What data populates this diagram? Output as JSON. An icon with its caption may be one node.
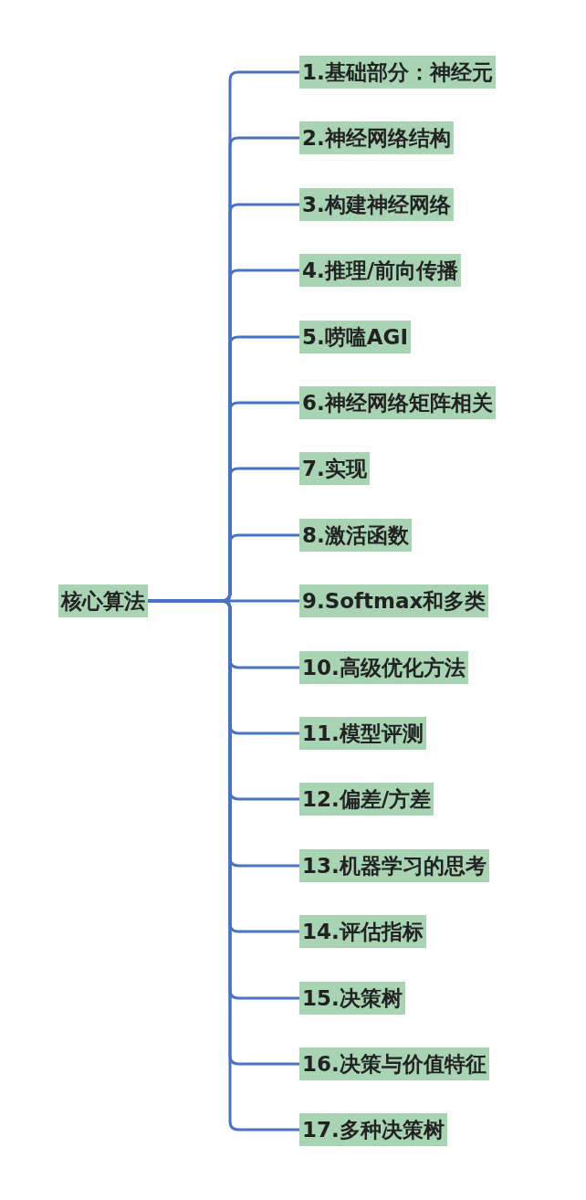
{
  "diagram": {
    "nodes": [
      {
        "text": [
          "核心算法"
        ]
      },
      {
        "text": [
          "1.基础部分：神经元"
        ]
      },
      {
        "text": [
          "2.神经网络结构"
        ]
      },
      {
        "text": [
          "3.构建神经网络"
        ]
      },
      {
        "text": [
          "4.推理/前向传播"
        ]
      },
      {
        "text": [
          "5.唠嗑AGI"
        ]
      },
      {
        "text": [
          "6.神经网络矩阵相关"
        ]
      },
      {
        "text": [
          "7.实现"
        ]
      },
      {
        "text": [
          "8.激活函数"
        ]
      },
      {
        "text": [
          "9.Softmax和多类"
        ]
      },
      {
        "text": [
          "10.高级优化方法"
        ]
      },
      {
        "text": [
          "11.模型评测"
        ]
      },
      {
        "text": [
          "12.偏差/方差"
        ]
      },
      {
        "text": [
          "13.机器学习的思考"
        ]
      },
      {
        "text": [
          "14.评估指标"
        ]
      },
      {
        "text": [
          "15.决策树"
        ]
      },
      {
        "text": [
          "16.决策与价值特征"
        ]
      },
      {
        "text": [
          "17.多种决策树"
        ]
      }
    ],
    "edges": [
      {
        "from": 0,
        "to": 1,
        "arrow": "none"
      },
      {
        "from": 0,
        "to": 2,
        "arrow": "none"
      },
      {
        "from": 0,
        "to": 3,
        "arrow": "none"
      },
      {
        "from": 0,
        "to": 4,
        "arrow": "none"
      },
      {
        "from": 0,
        "to": 5,
        "arrow": "none"
      },
      {
        "from": 0,
        "to": 6,
        "arrow": "none"
      },
      {
        "from": 0,
        "to": 7,
        "arrow": "none"
      },
      {
        "from": 0,
        "to": 8,
        "arrow": "none"
      },
      {
        "from": 0,
        "to": 9,
        "arrow": "none"
      },
      {
        "from": 0,
        "to": 10,
        "arrow": "none"
      },
      {
        "from": 0,
        "to": 11,
        "arrow": "none"
      },
      {
        "from": 0,
        "to": 12,
        "arrow": "none"
      },
      {
        "from": 0,
        "to": 13,
        "arrow": "none"
      },
      {
        "from": 0,
        "to": 14,
        "arrow": "none"
      },
      {
        "from": 0,
        "to": 15,
        "arrow": "none"
      },
      {
        "from": 0,
        "to": 16,
        "arrow": "none"
      },
      {
        "from": 0,
        "to": 17,
        "arrow": "none"
      }
    ]
  }
}
